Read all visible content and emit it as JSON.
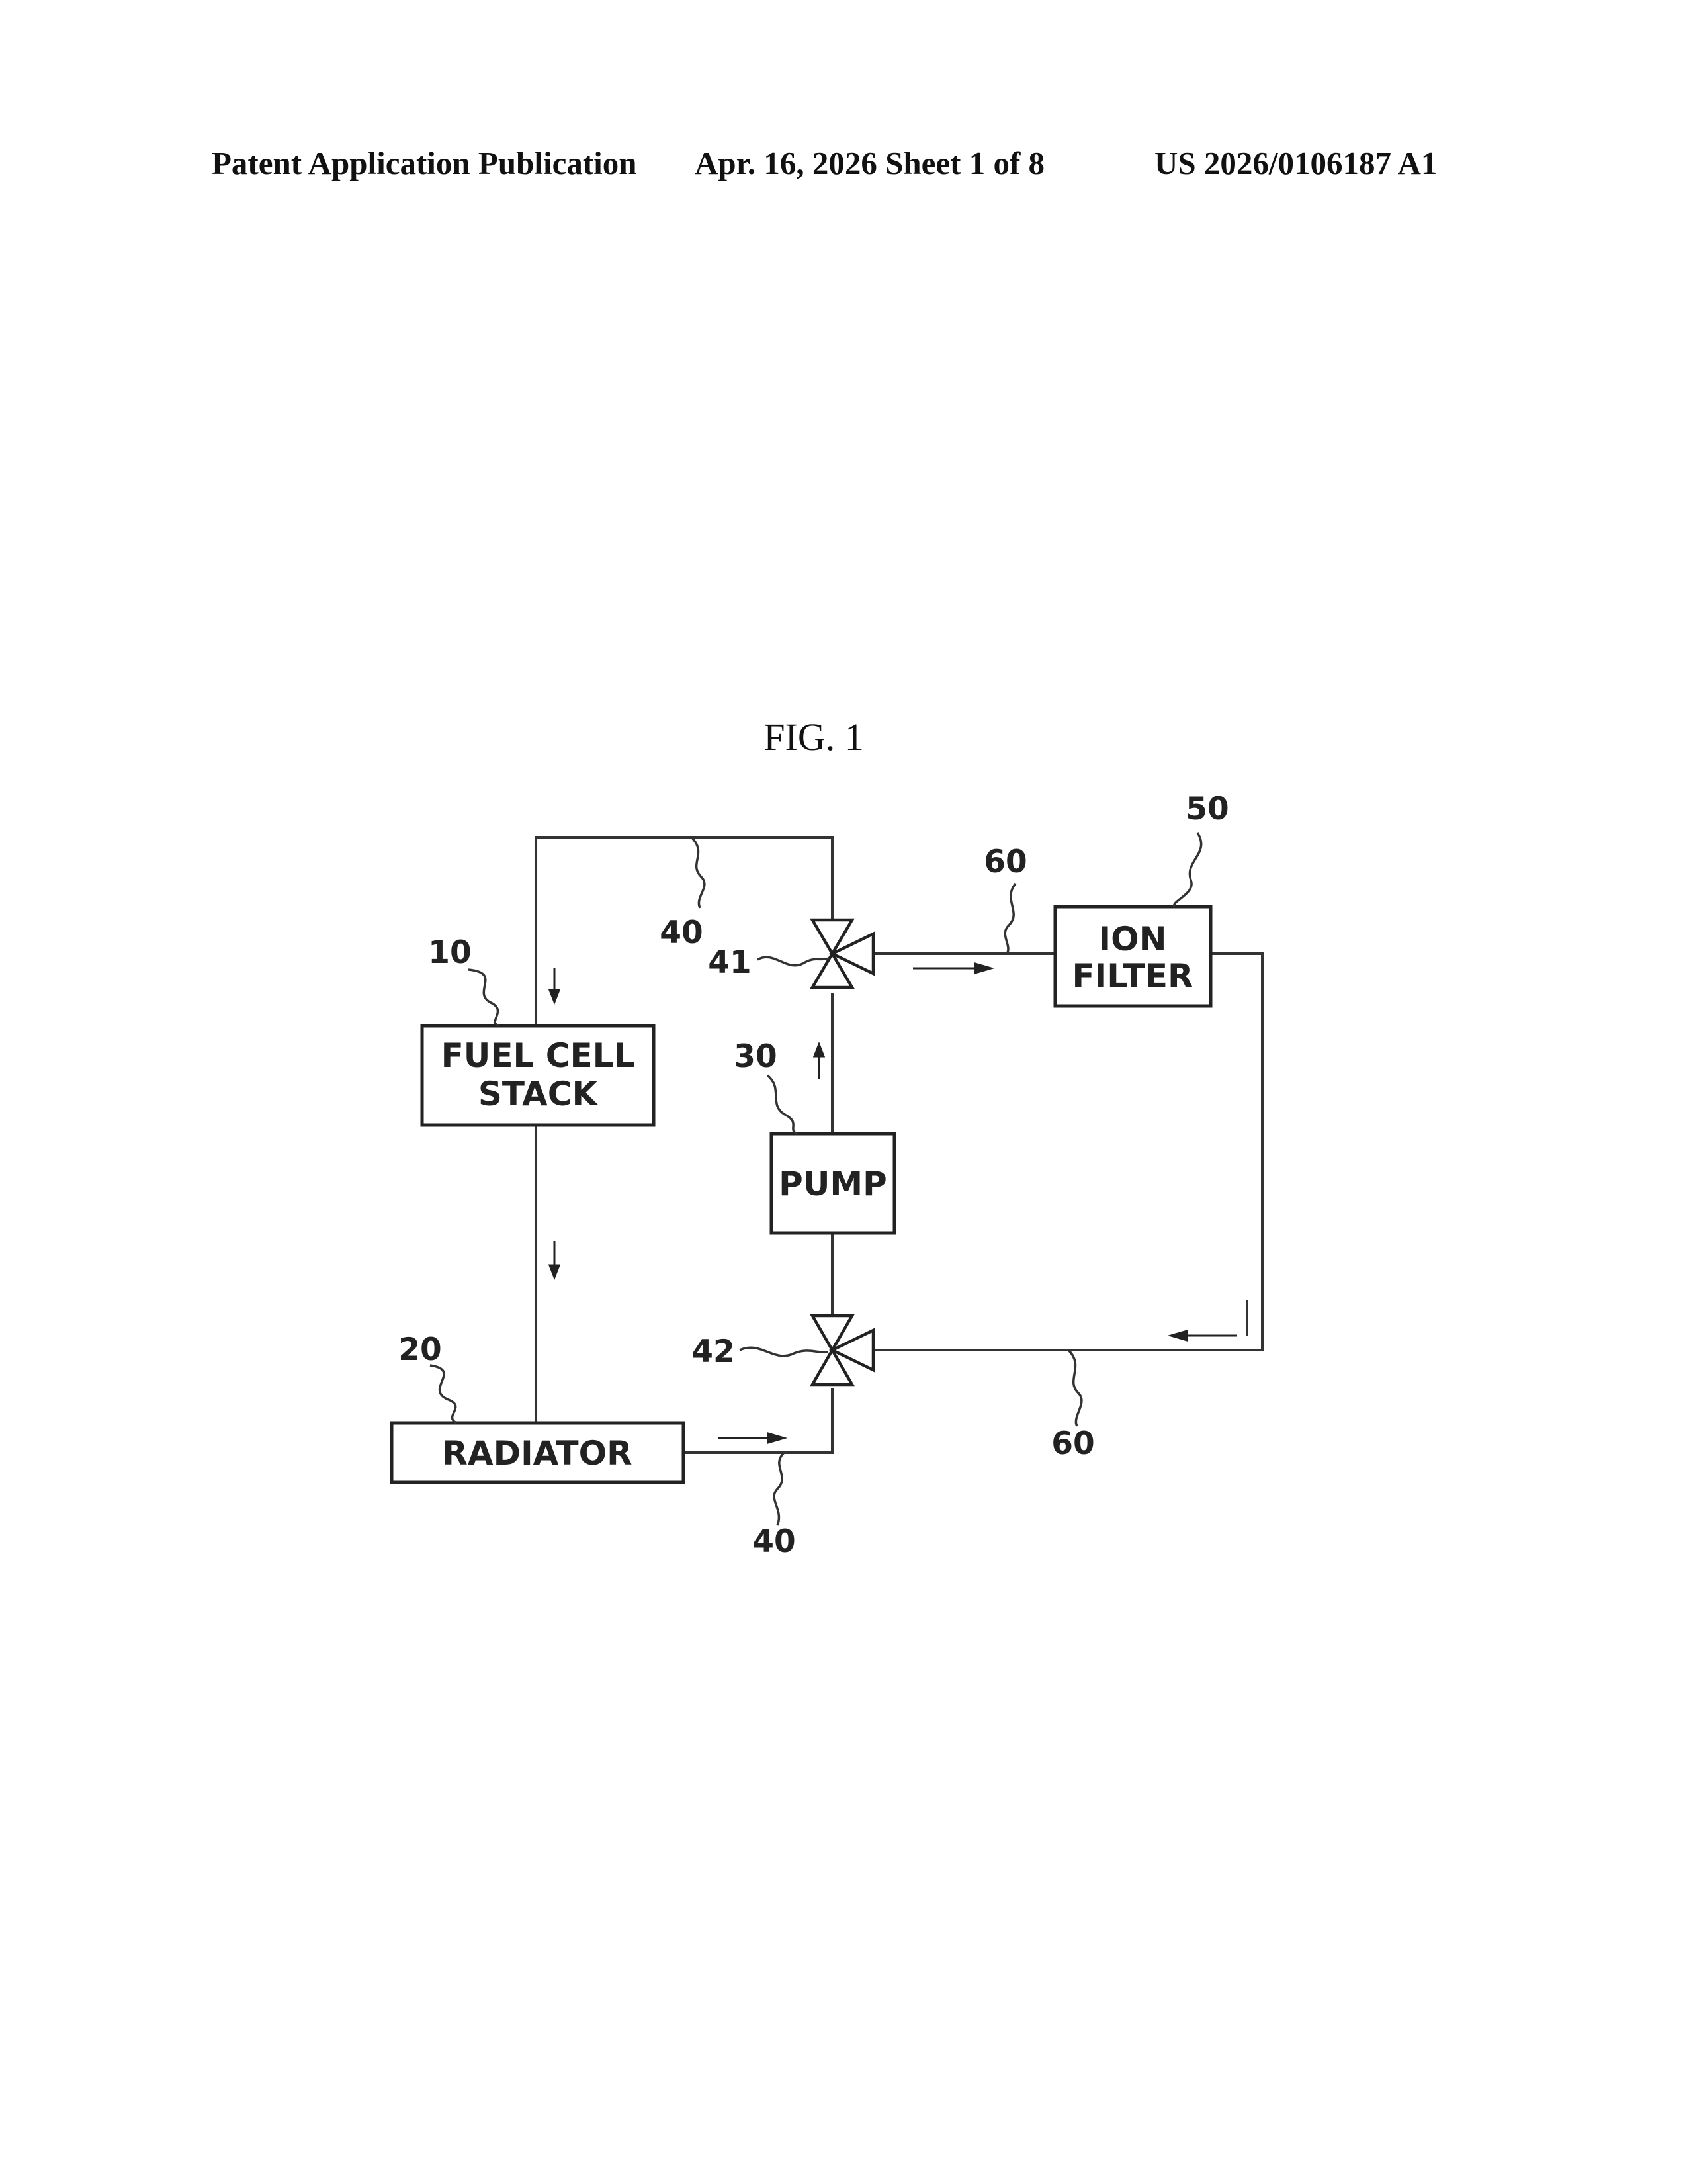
{
  "header": {
    "left": "Patent Application Publication",
    "center": "Apr. 16, 2026  Sheet 1 of 8",
    "right": "US 2026/0106187 A1"
  },
  "figure": {
    "title": "FIG. 1",
    "components": {
      "fuel_cell_stack": {
        "line1": "FUEL CELL",
        "line2": "STACK",
        "ref": "10"
      },
      "radiator": {
        "label": "RADIATOR",
        "ref": "20"
      },
      "pump": {
        "label": "PUMP",
        "ref": "30"
      },
      "ion_filter": {
        "line1": "ION",
        "line2": "FILTER",
        "ref": "50"
      }
    },
    "valves": {
      "upper": {
        "ref": "41"
      },
      "lower": {
        "ref": "42"
      }
    },
    "lines": {
      "coolant_line_top": "40",
      "coolant_line_bottom": "40",
      "bypass_line_top": "60",
      "bypass_line_bottom": "60"
    }
  }
}
